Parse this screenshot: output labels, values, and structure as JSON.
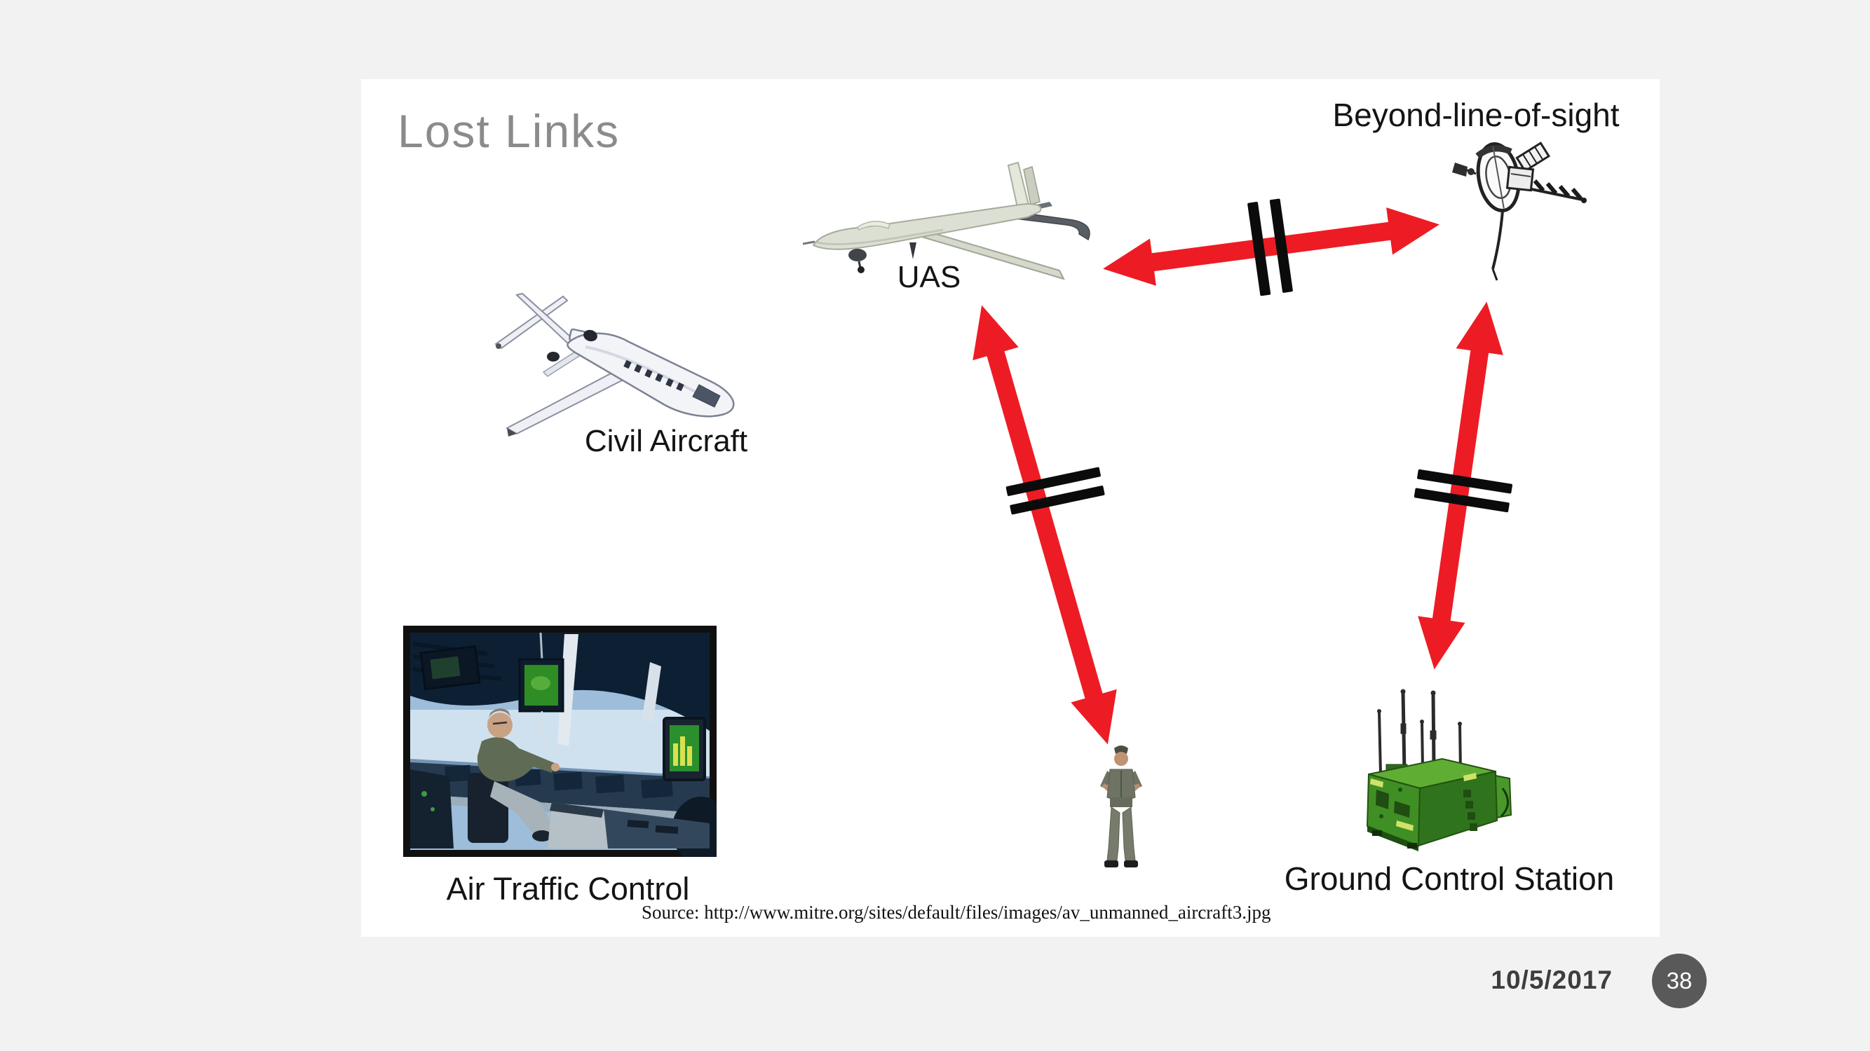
{
  "slide": {
    "title": "Lost Links",
    "labels": {
      "blos": "Beyond-line-of-sight",
      "uas": "UAS",
      "civil": "Civil Aircraft",
      "atc": "Air Traffic Control",
      "gcs": "Ground Control Station"
    },
    "source": "Source: http://www.mitre.org/sites/default/files/images/av_unmanned_aircraft3.jpg",
    "edges": [
      {
        "from": "UAS",
        "to": "Beyond-line-of-sight satellite",
        "status": "lost-link"
      },
      {
        "from": "UAS",
        "to": "Pilot",
        "status": "lost-link"
      },
      {
        "from": "Beyond-line-of-sight satellite",
        "to": "Ground Control Station",
        "status": "lost-link"
      }
    ]
  },
  "footer": {
    "date": "10/5/2017",
    "page": "38"
  },
  "colors": {
    "arrow_red": "#ed1c24",
    "break_bar_black": "#0b0b0b",
    "title_gray": "#8b8b8b",
    "canvas_bg": "#f2f2f2",
    "slide_bg": "#ffffff",
    "footer_circle": "#595959",
    "gcs_green": "#3f8f25"
  }
}
